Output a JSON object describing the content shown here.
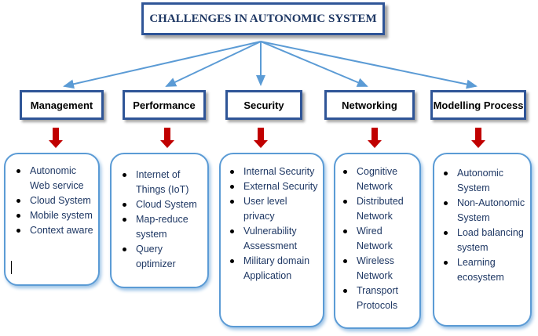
{
  "title": "CHALLENGES IN AUTONOMIC SYSTEM",
  "colors": {
    "box_border": "#2f5597",
    "connector": "#5b9bd5",
    "arrow": "#c00000"
  },
  "categories": [
    {
      "label": "Management",
      "items": [
        "Autonomic Web service",
        "Cloud System",
        "Mobile system",
        "Context aware"
      ]
    },
    {
      "label": "Performance",
      "items": [
        "Internet of Things (IoT)",
        "Cloud System",
        "Map-reduce system",
        "Query optimizer"
      ]
    },
    {
      "label": "Security",
      "items": [
        "Internal Security",
        "External Security",
        "User level privacy",
        "Vulnerability Assessment",
        "Military domain Application"
      ]
    },
    {
      "label": "Networking",
      "items": [
        "Cognitive Network",
        "Distributed Network",
        "Wired Network",
        "Wireless Network",
        "Transport Protocols"
      ]
    },
    {
      "label": "Modelling Process",
      "items": [
        "Autonomic System",
        "Non-Autonomic System",
        "Load balancing system",
        "Learning ecosystem"
      ]
    }
  ]
}
